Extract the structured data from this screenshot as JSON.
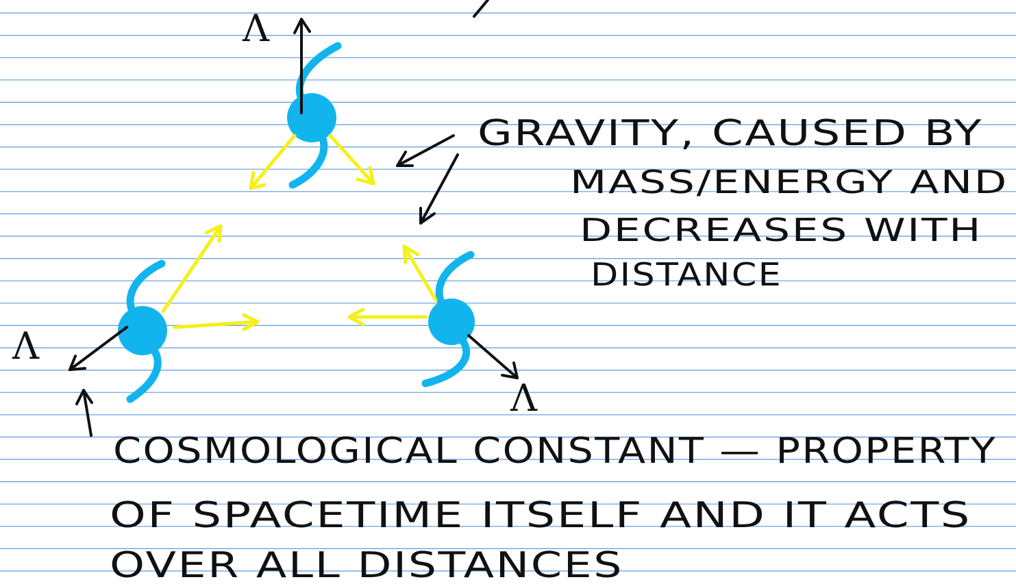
{
  "colors": {
    "paper": "#ffffff",
    "rule_line": "#5b9be0",
    "galaxy": "#12b4ee",
    "gravity_arrow": "#f4f01a",
    "ink": "#111111"
  },
  "annotations": {
    "gravity": [
      "GRAVITY, CAUSED BY",
      "MASS/ENERGY AND",
      "DECREASES WITH",
      "DISTANCE"
    ],
    "cosmological_constant": [
      "COSMOLOGICAL CONSTANT — PROPERTY",
      "OF SPACETIME ITSELF AND IT ACTS",
      "OVER  ALL DISTANCES"
    ]
  },
  "lambda_symbol": "Λ",
  "galaxies": [
    {
      "id": "top",
      "icon": "spiral-galaxy-icon"
    },
    {
      "id": "left",
      "icon": "spiral-galaxy-icon"
    },
    {
      "id": "right",
      "icon": "spiral-galaxy-icon"
    }
  ]
}
